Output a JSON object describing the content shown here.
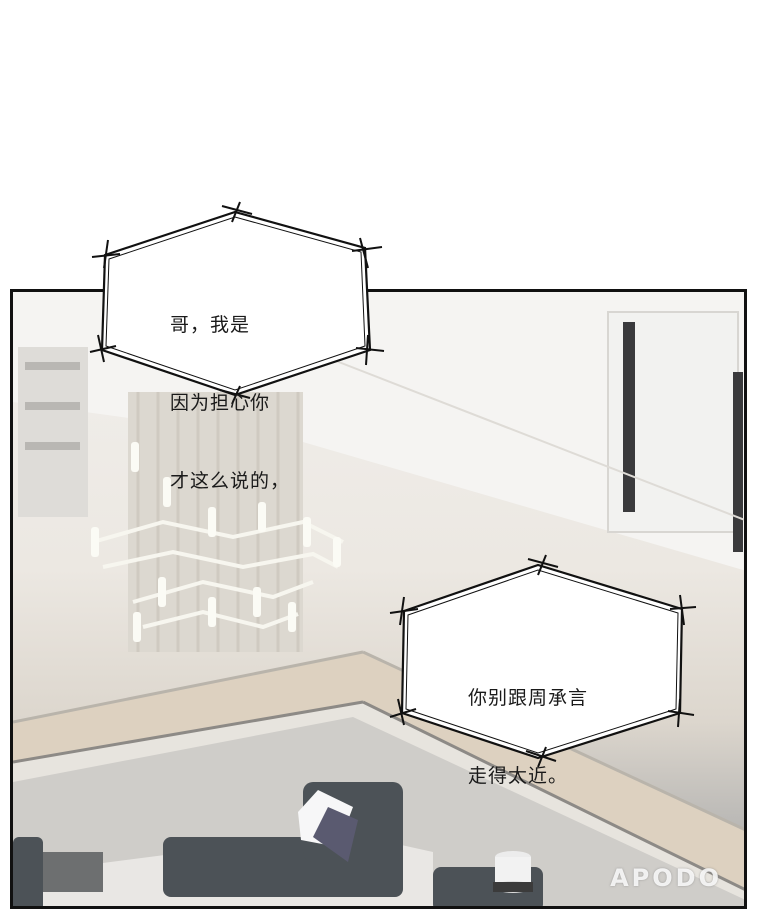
{
  "bubble_top": {
    "lines": [
      "哥，我是",
      "因为担心你",
      "才这么说的，"
    ]
  },
  "bubble_bottom": {
    "lines": [
      "你别跟周承言",
      "走得太近。"
    ]
  },
  "watermark": "APODO"
}
